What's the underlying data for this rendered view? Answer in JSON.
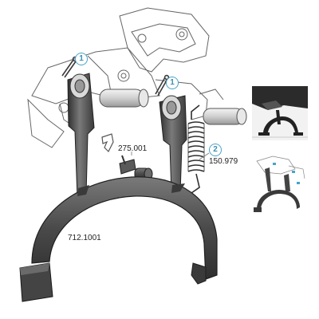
{
  "callouts": {
    "pin_left": "1",
    "pin_right": "1",
    "spring": "2"
  },
  "parts": {
    "bolt": "275.001",
    "spring": "150.979",
    "stand": "712.1001"
  },
  "colors": {
    "callout": "#4aa3c8",
    "metal_dark": "#3a3a3a",
    "metal_mid": "#6b6b6b",
    "line_art": "#555555"
  }
}
